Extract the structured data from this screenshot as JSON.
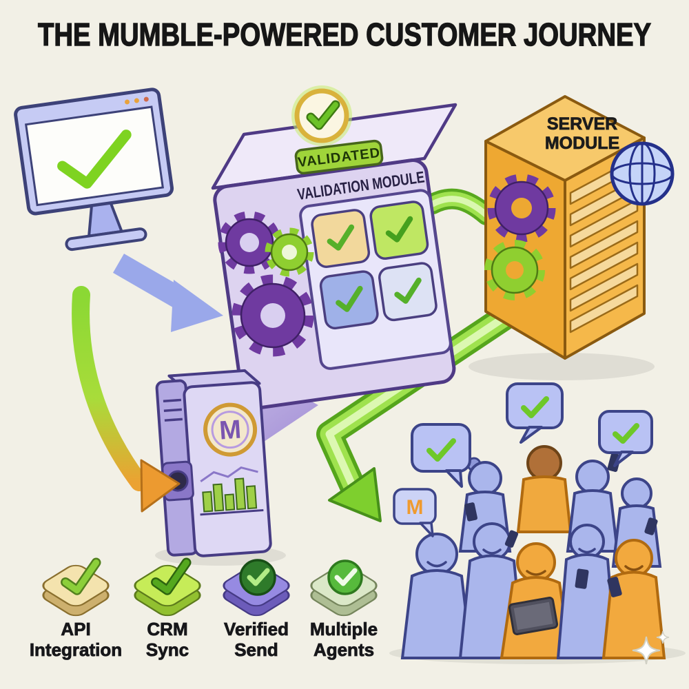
{
  "title": "THE MUMBLE-POWERED CUSTOMER JOURNEY",
  "modules": {
    "validation": {
      "label": "VALIDATION MODULE",
      "badge": "VALIDATED"
    },
    "server": {
      "label_line1": "SERVER",
      "label_line2": "MODULE"
    },
    "hub": {
      "logo_letter": "M"
    }
  },
  "speech": {
    "logo_letter": "M"
  },
  "legend": [
    {
      "line1": "API",
      "line2": "Integration"
    },
    {
      "line1": "CRM",
      "line2": "Sync"
    },
    {
      "line1": "Verified",
      "line2": "Send"
    },
    {
      "line1": "Multiple",
      "line2": "Agents"
    }
  ],
  "icons": {
    "checkmark": "✓",
    "gear": "⚙",
    "globe": "🌐",
    "speech_bubble": "💬",
    "monitor": "🖥",
    "server": "🗄",
    "arrow": "➜",
    "sparkle": "✦"
  },
  "colors": {
    "background": "#f2f0e6",
    "title": "#161616",
    "purple": "#6f3aa0",
    "green": "#7ec82e",
    "lime": "#b5e85a",
    "lavender": "#aab6ec",
    "periwinkle": "#c6cbf4",
    "orange": "#eea832",
    "gold": "#d9b23c",
    "navy": "#3c4488",
    "tan": "#f2d89c"
  }
}
